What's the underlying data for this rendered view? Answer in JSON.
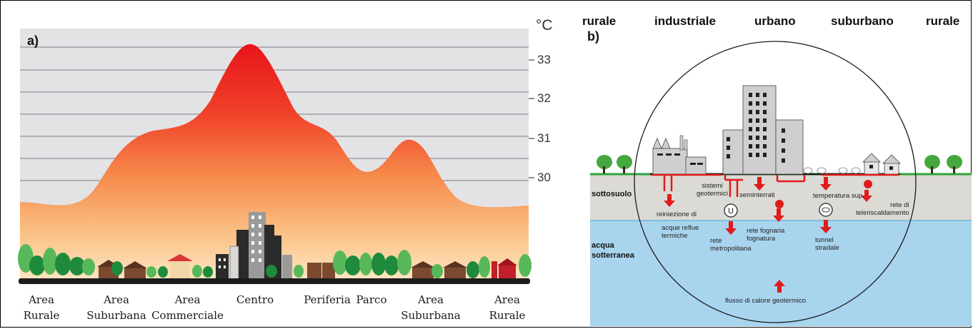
{
  "panel_a": {
    "tag": "a)",
    "unit": "°C",
    "y_ticks": [
      "33",
      "32",
      "31",
      "30"
    ],
    "x_labels": [
      {
        "line1": "Area",
        "line2": "Rurale"
      },
      {
        "line1": "Area",
        "line2": "Suburbana"
      },
      {
        "line1": "Area",
        "line2": "Commerciale"
      },
      {
        "line1": "Centro",
        "line2": ""
      },
      {
        "line1": "Periferia",
        "line2": ""
      },
      {
        "line1": "Parco",
        "line2": ""
      },
      {
        "line1": "Area",
        "line2": "Suburbana"
      },
      {
        "line1": "Area",
        "line2": "Rurale"
      }
    ]
  },
  "panel_b": {
    "tag": "b)",
    "zones": [
      "rurale",
      "industriale",
      "urbano",
      "suburbano",
      "rurale"
    ],
    "layers": {
      "subsoil": "sottosuolo",
      "groundwater_1": "acqua",
      "groundwater_2": "sotterranea"
    },
    "labels": {
      "sistemi_1": "sistemi",
      "sistemi_2": "geotermici",
      "seminterrati": "seminterrati",
      "temperatura": "temperatura sup.",
      "rete_di": "rete di",
      "teleriscaldamento": "teleriscaldamento",
      "reiniezione": "reiniezione di",
      "acque_reflue": "acque reflue",
      "termiche": "termiche",
      "rete_1": "rete",
      "metropolitana": "metropolitana",
      "rete_fognaria": "rete fognaria",
      "fognatura": "fognatura",
      "tunnel": "tunnel",
      "stradale": "stradale",
      "flusso": "flusso di calore geotermico",
      "metro_symbol": "U"
    }
  },
  "colors": {
    "heat_top": "#e8141a",
    "heat_mid": "#f47a3c",
    "heat_bottom": "#fde2b8",
    "sky": "#e3e3e6",
    "tree_dark": "#1f8a3c",
    "tree_light": "#57b85a",
    "water": "#a8d4ee",
    "soil": "#dcdad4",
    "arrow_red": "#e01b1b",
    "grass": "#2ea43a"
  }
}
